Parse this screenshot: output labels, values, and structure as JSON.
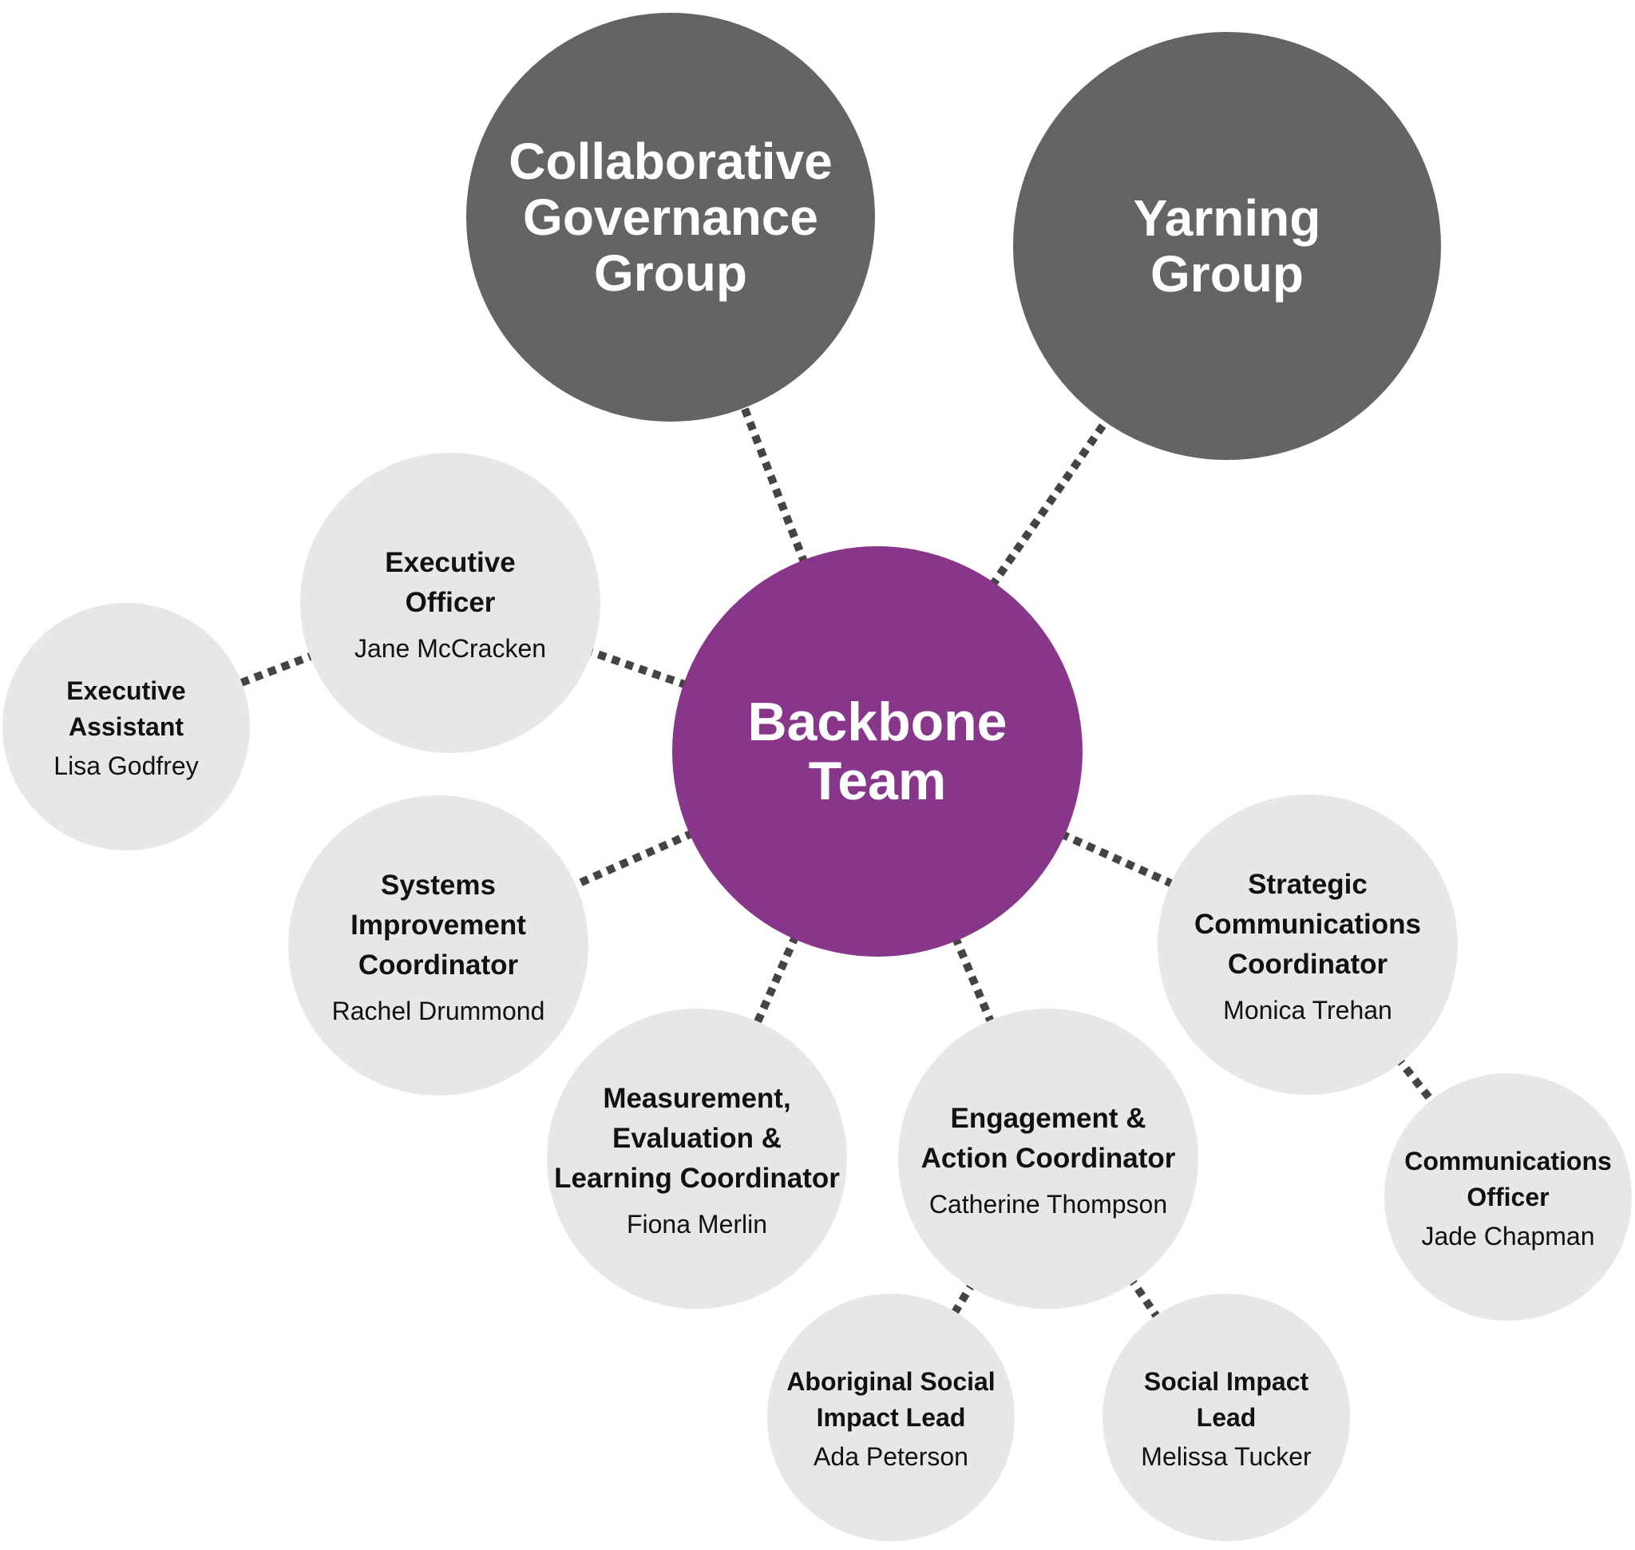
{
  "colors": {
    "group": "#646464",
    "hub": "#88368a",
    "role": "#e7e7e7",
    "connector": "#444444"
  },
  "nodes": [
    {
      "id": "cgg",
      "title": "Collaborative\nGovernance\nGroup"
    },
    {
      "id": "yarning",
      "title": "Yarning\nGroup"
    },
    {
      "id": "backbone",
      "title": "Backbone\nTeam"
    },
    {
      "id": "eo",
      "title": "Executive\nOfficer",
      "person": "Jane McCracken"
    },
    {
      "id": "ea",
      "title": "Executive\nAssistant",
      "person": "Lisa Godfrey"
    },
    {
      "id": "sic",
      "title": "Systems\nImprovement\nCoordinator",
      "person": "Rachel Drummond"
    },
    {
      "id": "mel",
      "title": "Measurement,\nEvaluation &\nLearning Coordinator",
      "person": "Fiona Merlin"
    },
    {
      "id": "eac",
      "title": "Engagement &\nAction Coordinator",
      "person": "Catherine Thompson"
    },
    {
      "id": "scc",
      "title": "Strategic\nCommunications\nCoordinator",
      "person": "Monica Trehan"
    },
    {
      "id": "co",
      "title": "Communications\nOfficer",
      "person": "Jade Chapman"
    },
    {
      "id": "asil",
      "title": "Aboriginal Social\nImpact Lead",
      "person": "Ada Peterson"
    },
    {
      "id": "sil",
      "title": "Social Impact\nLead",
      "person": "Melissa Tucker"
    }
  ],
  "links": [
    [
      "backbone",
      "cgg"
    ],
    [
      "backbone",
      "yarning"
    ],
    [
      "backbone",
      "eo"
    ],
    [
      "eo",
      "ea"
    ],
    [
      "backbone",
      "sic"
    ],
    [
      "backbone",
      "mel"
    ],
    [
      "backbone",
      "eac"
    ],
    [
      "backbone",
      "scc"
    ],
    [
      "scc",
      "co"
    ],
    [
      "eac",
      "asil"
    ],
    [
      "eac",
      "sil"
    ]
  ]
}
